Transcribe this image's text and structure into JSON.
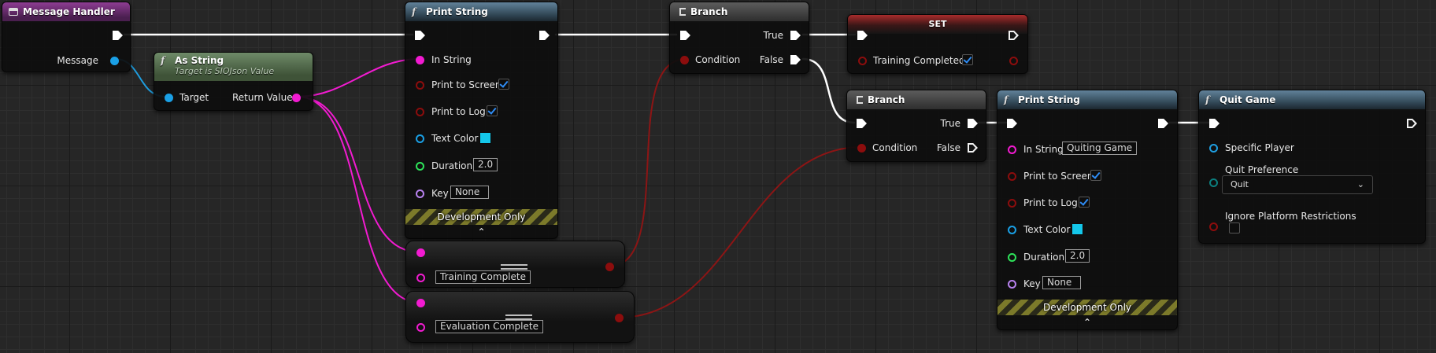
{
  "colors": {
    "exec": "#ffffff",
    "string": "#f21bd1",
    "bool": "#8c0d0d",
    "struct": "#1aa0e6",
    "float": "#2ee35a",
    "name": "#b882ef",
    "object": "#1f9ee0",
    "enum": "#0c7f7f"
  },
  "message_handler": {
    "title": "Message Handler",
    "message_label": "Message"
  },
  "as_string": {
    "title": "As String",
    "subtitle": "Target is SIOJson Value",
    "target_label": "Target",
    "return_label": "Return Value"
  },
  "print_string_1": {
    "title": "Print String",
    "in_string": "In String",
    "print_to_screen": "Print to Screen",
    "print_to_log": "Print to Log",
    "text_color": "Text Color",
    "duration": "Duration",
    "duration_value": "2.0",
    "key": "Key",
    "key_value": "None",
    "dev_only": "Development Only",
    "collapse_icon": "chevron-up-icon"
  },
  "branch_1": {
    "title": "Branch",
    "condition": "Condition",
    "true_label": "True",
    "false_label": "False"
  },
  "set_node": {
    "title": "SET",
    "var_label": "Training Completed"
  },
  "branch_2": {
    "title": "Branch",
    "condition": "Condition",
    "true_label": "True",
    "false_label": "False"
  },
  "print_string_2": {
    "title": "Print String",
    "in_string": "In String",
    "in_string_value": "Quiting Game",
    "print_to_screen": "Print to Screen",
    "print_to_log": "Print to Log",
    "text_color": "Text Color",
    "duration": "Duration",
    "duration_value": "2.0",
    "key": "Key",
    "key_value": "None",
    "dev_only": "Development Only"
  },
  "quit_game": {
    "title": "Quit Game",
    "specific_player": "Specific Player",
    "quit_pref": "Quit Preference",
    "quit_pref_value": "Quit",
    "ignore_platform": "Ignore Platform Restrictions"
  },
  "equal_1": {
    "value": "Training Complete"
  },
  "equal_2": {
    "value": "Evaluation Complete"
  }
}
